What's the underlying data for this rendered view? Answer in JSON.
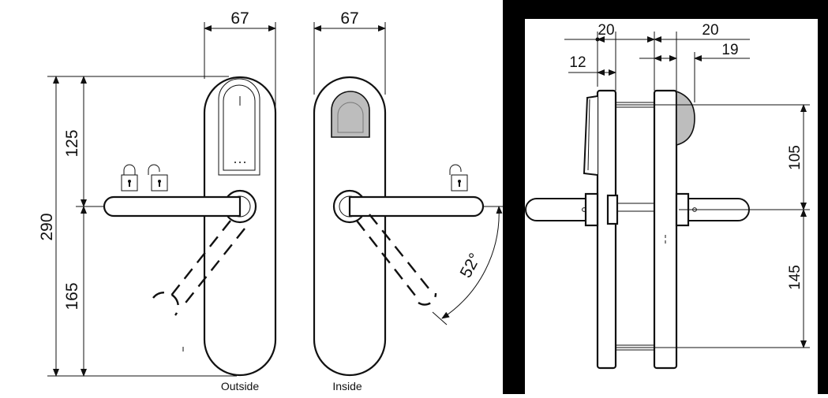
{
  "front": {
    "dim_width_outside": "67",
    "dim_width_inside": "67",
    "dim_total_height": "290",
    "dim_upper": "125",
    "dim_lower": "165",
    "dim_angle": "52°",
    "caption_outside": "Outside",
    "caption_inside": "Inside"
  },
  "side": {
    "dim_20_left": "20",
    "dim_20_right": "20",
    "dim_19": "19",
    "dim_12": "12",
    "dim_105": "105",
    "dim_145": "145"
  },
  "colors": {
    "line": "#111111",
    "panel": "#000000",
    "shade": "#bdbdbd"
  }
}
